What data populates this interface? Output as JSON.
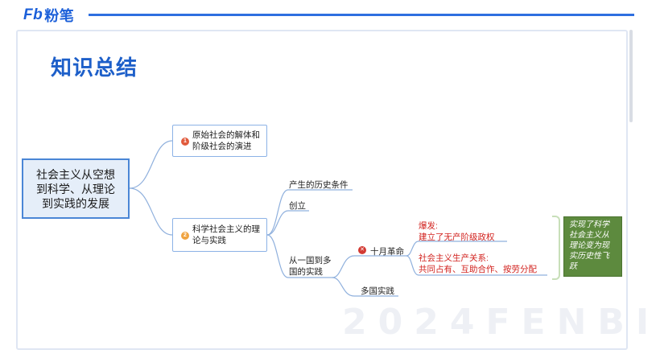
{
  "brand": {
    "logo_latin": "Fb",
    "logo_cn": "粉笔"
  },
  "slide": {
    "title": "知识总结",
    "watermark": "2024FENBI"
  },
  "mindmap": {
    "root": "社会主义从空想到科学、从理论到实践的发展",
    "branch1": {
      "badge": "1",
      "label": "原始社会的解体和阶级社会的演进"
    },
    "branch2": {
      "badge": "2",
      "label": "科学社会主义的理论与实践",
      "children": {
        "conditions": "产生的历史条件",
        "founding": "创立",
        "practice": "从一国到多国的实践",
        "october": "十月革命",
        "outbreak_title": "爆发:",
        "outbreak_body": "建立了无产阶级政权",
        "relations_title": "社会主义生产关系:",
        "relations_body": "共同占有、互助合作、按劳分配",
        "multi": "多国实践"
      }
    },
    "conclusion": "实现了科学社会主义从理论变为现实历史性飞跃"
  },
  "colors": {
    "accent": "#1d5fc9",
    "root_fill": "#e5eef9",
    "conclusion_fill": "#5d8a3e",
    "highlight_text": "#d2231f"
  }
}
